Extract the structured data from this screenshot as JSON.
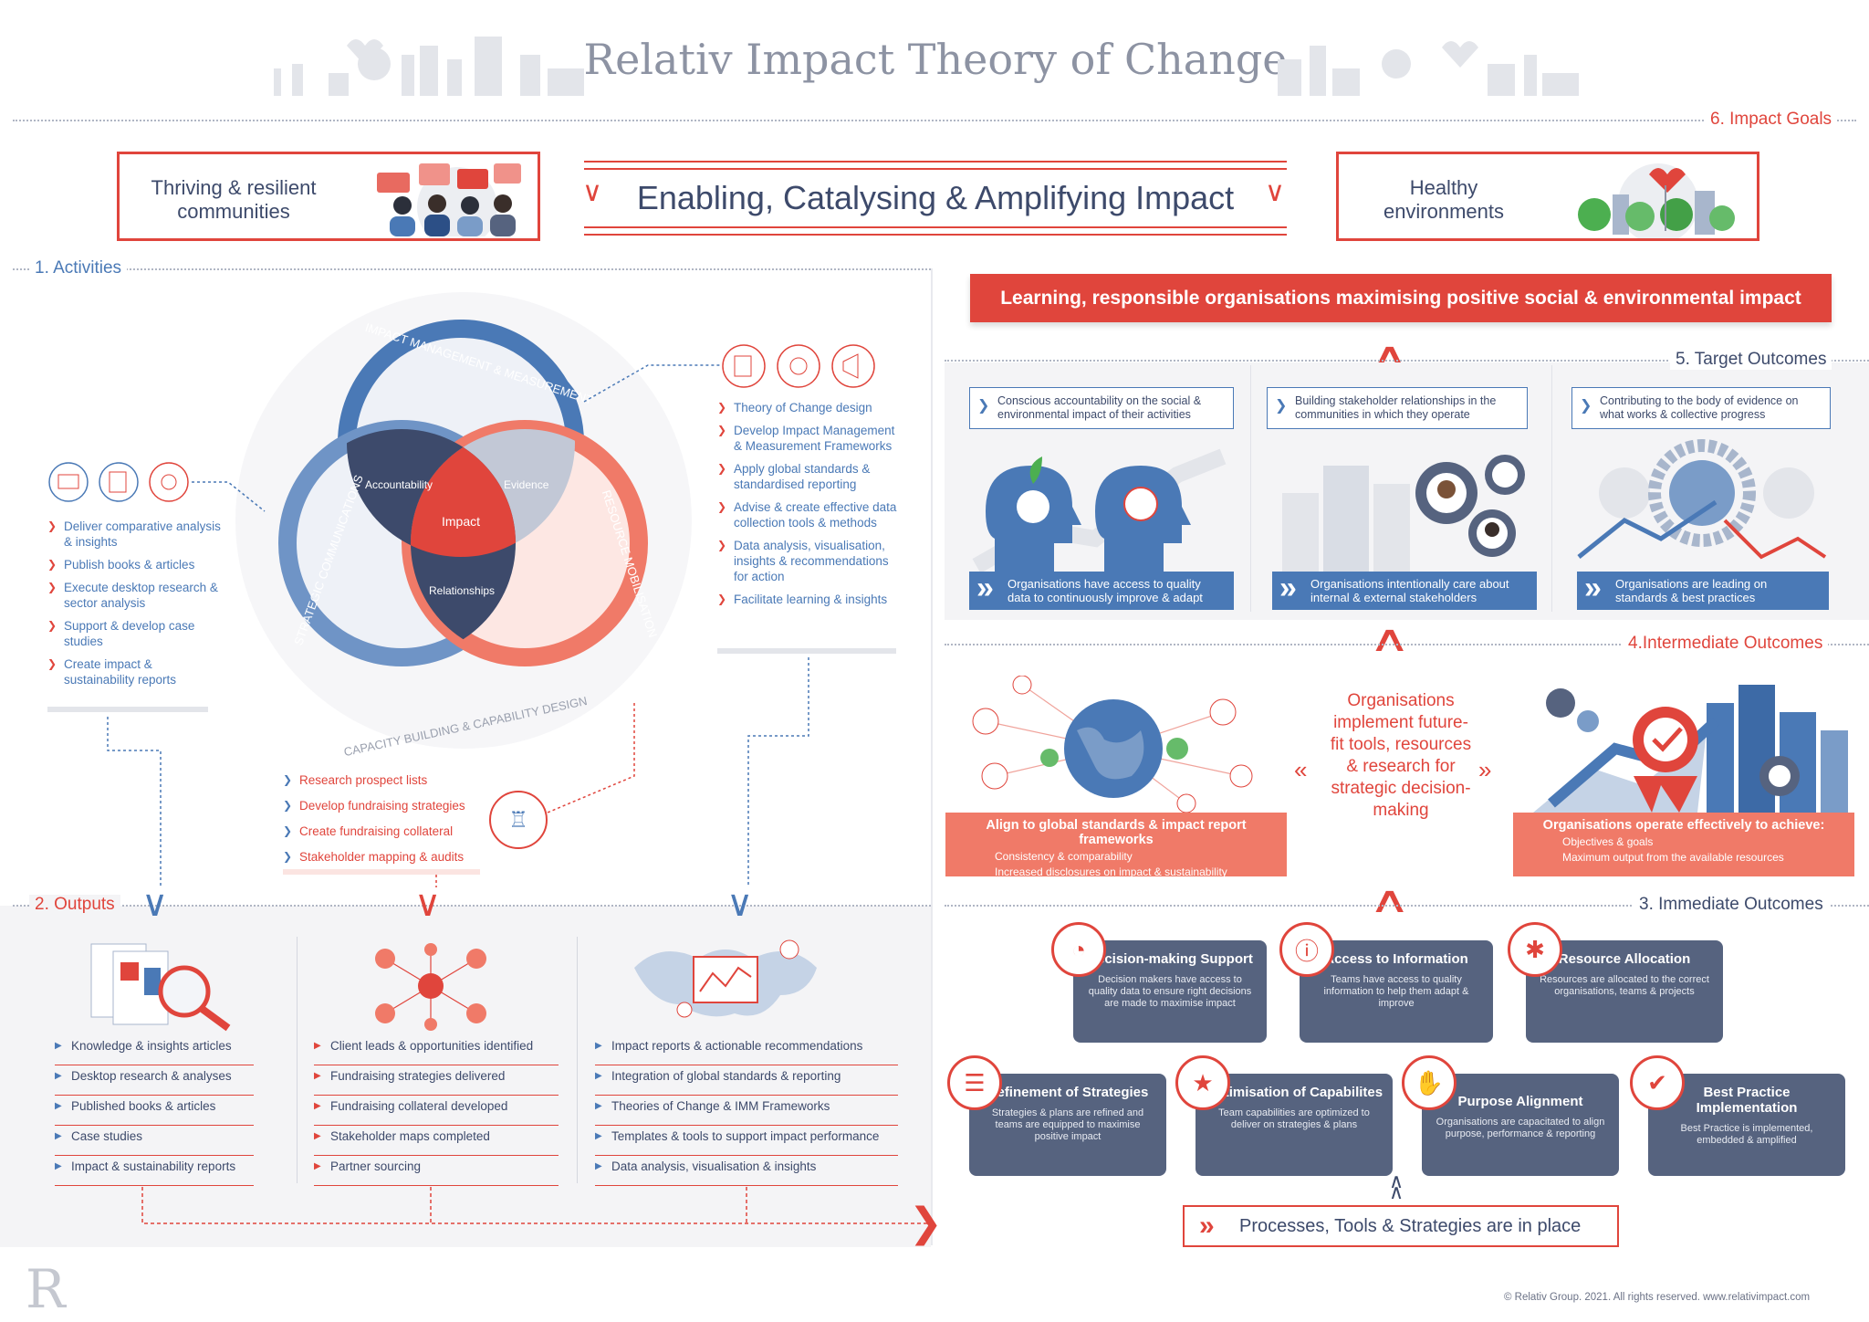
{
  "title": "Relativ Impact Theory of Change",
  "impact_goals": {
    "label": "6. Impact Goals",
    "left": "Thriving & resilient communities",
    "center": "Enabling, Catalysing & Amplifying Impact",
    "right": "Healthy environments"
  },
  "activities": {
    "label": "1. Activities",
    "venn": {
      "top": "IMPACT MANAGEMENT & MEASUREMENT",
      "left": "STRATEGIC COMMUNICATIONS",
      "right": "RESOURCE MOBILISATION",
      "outer": "CAPACITY BUILDING & CAPABILITY DESIGN",
      "accountability": "Accountability",
      "evidence": "Evidence",
      "impact": "Impact",
      "relationships": "Relationships"
    },
    "left_list": [
      "Deliver comparative analysis & insights",
      "Publish books & articles",
      "Execute desktop research & sector analysis",
      "Support & develop case studies",
      "Create impact & sustainability reports"
    ],
    "right_list": [
      "Theory of Change design",
      "Develop Impact Management & Measurement Frameworks",
      "Apply global standards & standardised reporting",
      "Advise & create effective data collection tools & methods",
      "Data analysis, visualisation, insights & recommendations for action",
      "Facilitate learning & insights"
    ],
    "bottom_list": [
      "Research prospect lists",
      "Develop fundraising strategies",
      "Create fundraising collateral",
      "Stakeholder mapping & audits"
    ]
  },
  "outputs": {
    "label": "2. Outputs",
    "col1": [
      "Knowledge & insights articles",
      "Desktop research & analyses",
      "Published books & articles",
      "Case studies",
      "Impact & sustainability reports"
    ],
    "col2": [
      "Client leads & opportunities identified",
      "Fundraising strategies delivered",
      "Fundraising collateral developed",
      "Stakeholder maps completed",
      "Partner sourcing"
    ],
    "col3": [
      "Impact reports & actionable recommendations",
      "Integration of global standards & reporting",
      "Theories of Change & IMM Frameworks",
      "Templates & tools to support impact performance",
      "Data analysis, visualisation & insights"
    ]
  },
  "banner": "Learning, responsible organisations maximising positive social & environmental impact",
  "target_outcomes": {
    "label": "5. Target Outcomes",
    "items": [
      {
        "top": "Conscious accountability on the social & environmental impact of their activities",
        "bottom": "Organisations have access to quality data to continuously improve & adapt"
      },
      {
        "top": "Building stakeholder relationships in the communities in which they operate",
        "bottom": "Organisations intentionally care about internal & external stakeholders"
      },
      {
        "top": "Contributing to the body of evidence on what works & collective progress",
        "bottom": "Organisations are leading on standards & best practices"
      }
    ]
  },
  "intermediate_outcomes": {
    "label": "4.Intermediate Outcomes",
    "center": "Organisations implement future-fit tools, resources & research for strategic decision-making",
    "left_title": "Align to global standards & impact report frameworks",
    "left_items": [
      "Consistency & comparability",
      "Increased disclosures on impact & sustainability"
    ],
    "right_title": "Organisations operate effectively to achieve:",
    "right_items": [
      "Objectives & goals",
      "Maximum output from the available resources"
    ]
  },
  "immediate_outcomes": {
    "label": "3. Immediate Outcomes",
    "cards": [
      {
        "title": "Decision-making Support",
        "desc": "Decision makers have access to quality data to ensure right decisions are made to maximise impact"
      },
      {
        "title": "Access to Information",
        "desc": "Teams have access to quality information to help them adapt & improve"
      },
      {
        "title": "Resource Allocation",
        "desc": "Resources are allocated to the correct organisations, teams & projects"
      },
      {
        "title": "Refinement of Strategies",
        "desc": "Strategies & plans are refined and teams are equipped to maximise positive impact"
      },
      {
        "title": "Optimisation of Capabilites",
        "desc": "Team capabilities are optimized to deliver on strategies & plans"
      },
      {
        "title": "Purpose Alignment",
        "desc": "Organisations are capacitated to align purpose, performance & reporting"
      },
      {
        "title": "Best Practice Implementation",
        "desc": "Best Practice is implemented, embedded & amplified"
      }
    ]
  },
  "processes": "Processes, Tools & Strategies are in place",
  "footer": "© Relativ Group. 2021. All rights reserved. www.relativimpact.com",
  "logo": "R"
}
